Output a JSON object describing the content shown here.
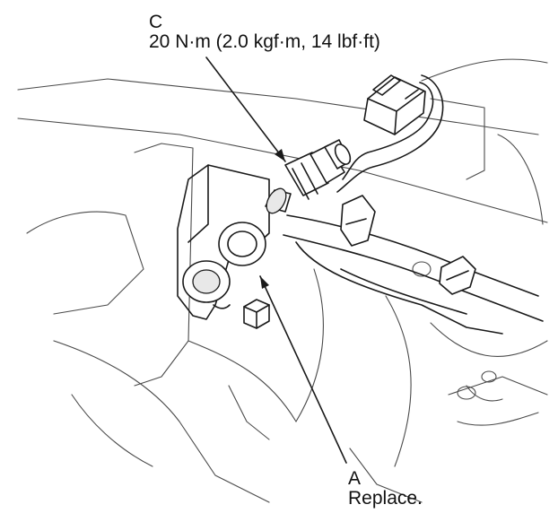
{
  "callouts": {
    "c": {
      "letter": "C",
      "spec": "20 N·m (2.0 kgf·m, 14 lbf·ft)"
    },
    "a": {
      "letter": "A",
      "note": "Replace."
    }
  },
  "colors": {
    "line": "#1a1a1a",
    "background": "#ffffff"
  }
}
